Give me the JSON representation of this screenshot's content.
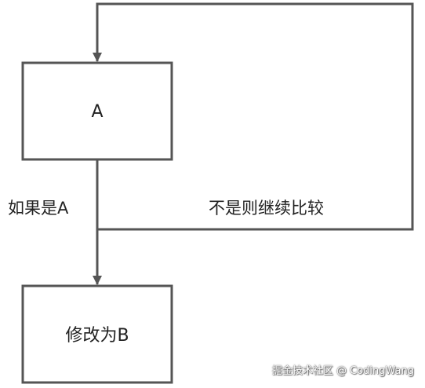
{
  "diagram": {
    "nodes": {
      "a": {
        "label": "A"
      },
      "b": {
        "label": "修改为B"
      }
    },
    "edges": {
      "yes": {
        "label": "如果是A"
      },
      "no": {
        "label": "不是则继续比较"
      }
    }
  },
  "colors": {
    "stroke": "#555555",
    "text": "#222222"
  },
  "watermark": "掘金技术社区 @ CodingWang"
}
